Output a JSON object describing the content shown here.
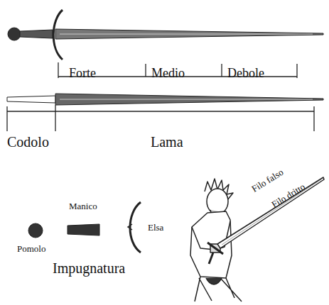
{
  "diagram": {
    "labels": [
      "Forte",
      "Medio",
      "Debole",
      "Codolo",
      "Lama",
      "Manico",
      "Pomolo",
      "Elsa",
      "Impugnatura",
      "Filo falso",
      "Filo dritto"
    ]
  }
}
